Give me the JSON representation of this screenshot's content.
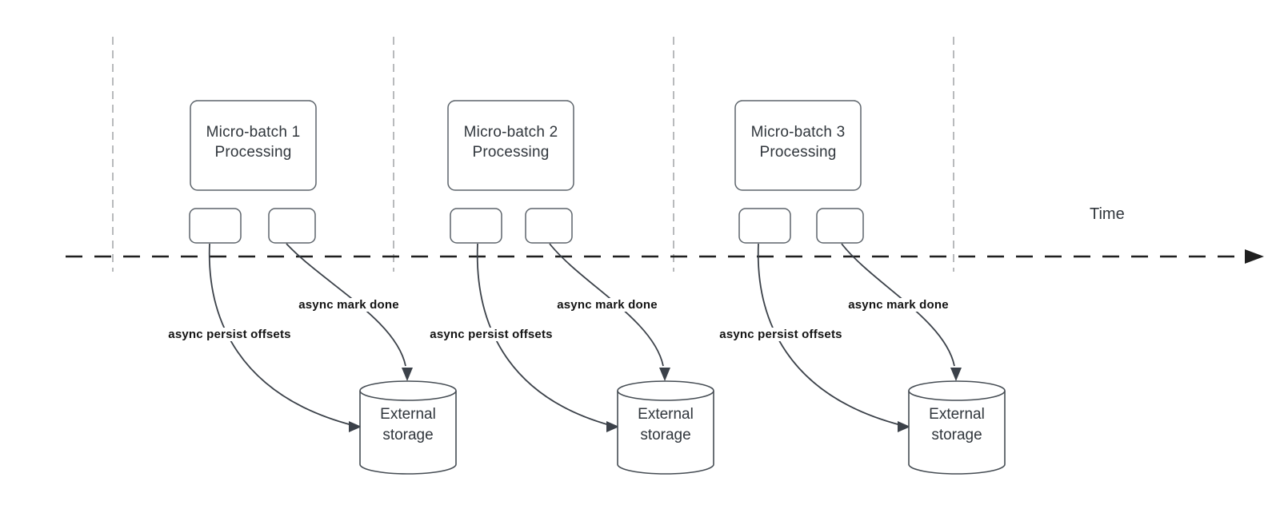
{
  "diagram": {
    "time_axis_label": "Time",
    "batches": [
      {
        "title_line1": "Micro-batch 1",
        "title_line2": "Processing",
        "persist_label": "async persist offsets",
        "mark_done_label": "async mark done",
        "storage_line1": "External",
        "storage_line2": "storage"
      },
      {
        "title_line1": "Micro-batch 2",
        "title_line2": "Processing",
        "persist_label": "async persist offsets",
        "mark_done_label": "async mark done",
        "storage_line1": "External",
        "storage_line2": "storage"
      },
      {
        "title_line1": "Micro-batch 3",
        "title_line2": "Processing",
        "persist_label": "async persist offsets",
        "mark_done_label": "async mark done",
        "storage_line1": "External",
        "storage_line2": "storage"
      }
    ],
    "colors": {
      "background": "#ffffff",
      "divider_dash": "#a6a9ac",
      "timeline": "#1f1f1f",
      "shape_stroke": "#5d646b",
      "cylinder_stroke": "#454c53",
      "connector": "#3b4149",
      "flow_label_text": "#131313",
      "shape_text": "#30363c"
    }
  }
}
